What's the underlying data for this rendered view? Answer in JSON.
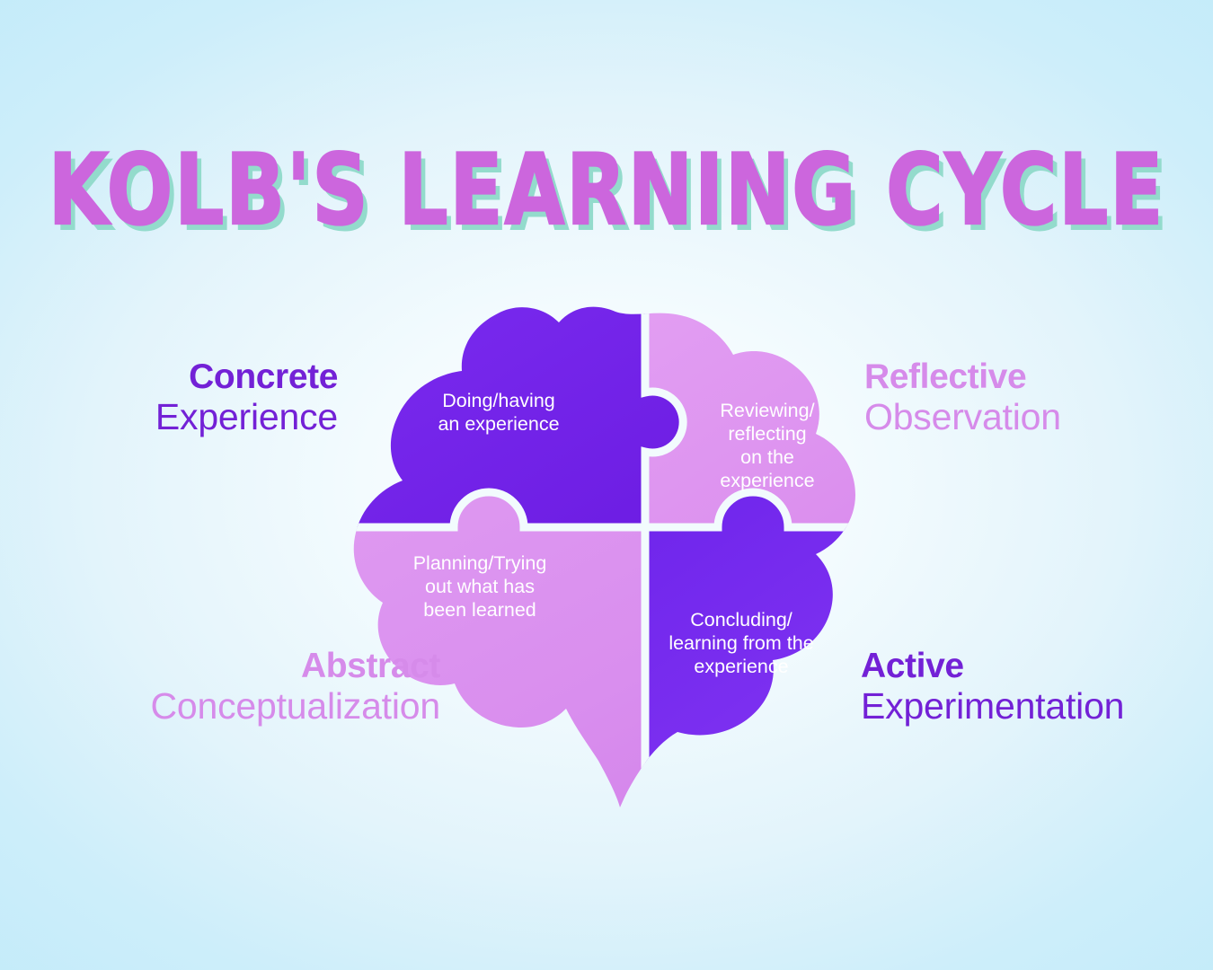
{
  "poster": {
    "title": "KOLB'S LEARNING CYCLE",
    "title_color": "#cc66dd",
    "title_shadow_color": "#93dbcc",
    "background_center": "#fbfdff",
    "background_edge": "#c2ebf9"
  },
  "palette": {
    "deep_purple": "#6a1ae0",
    "deep_purple_dark": "#5512c4",
    "light_orchid": "#dd93ef",
    "light_orchid_deep": "#d079e8",
    "seam_color": "#f2fbfd",
    "label_dark": "#7321d6",
    "label_light": "#d68bea"
  },
  "corner_labels": [
    {
      "id": "concrete-experience",
      "strong": "Concrete",
      "light": "Experience",
      "color": "#7321d6",
      "position": "top-left"
    },
    {
      "id": "reflective-observation",
      "strong": "Reflective",
      "light": "Observation",
      "color": "#d68bea",
      "position": "top-right"
    },
    {
      "id": "abstract-conceptualization",
      "strong": "Abstract",
      "light": "Conceptualization",
      "color": "#d68bea",
      "position": "bottom-left"
    },
    {
      "id": "active-experimentation",
      "strong": "Active",
      "light": "Experimentation",
      "color": "#7321d6",
      "position": "bottom-right"
    }
  ],
  "quadrants": [
    {
      "id": "top-left",
      "stage": "Concrete Experience",
      "fill": "#6a1ae0",
      "text_lines": [
        "Doing/having",
        "an experience"
      ]
    },
    {
      "id": "top-right",
      "stage": "Reflective Observation",
      "fill": "#dd93ef",
      "text_lines": [
        "Reviewing/",
        "reflecting",
        "on the",
        "experience"
      ]
    },
    {
      "id": "bottom-left",
      "stage": "Abstract Conceptualization",
      "fill": "#dd93ef",
      "text_lines": [
        "Planning/Trying",
        "out what has",
        "been learned"
      ]
    },
    {
      "id": "bottom-right",
      "stage": "Active Experimentation",
      "fill": "#6a1ae0",
      "text_lines": [
        "Concluding/",
        "learning from the",
        "experience"
      ]
    }
  ],
  "icons": {
    "brain_puzzle": "brain-puzzle-icon"
  },
  "chart_data": {
    "type": "diagram",
    "title": "KOLB'S LEARNING CYCLE",
    "shape": "brain split into four interlocking puzzle quadrants",
    "stages": [
      {
        "order": 1,
        "name": "Concrete Experience",
        "description": "Doing/having an experience",
        "quadrant": "top-left",
        "color": "#6a1ae0"
      },
      {
        "order": 2,
        "name": "Reflective Observation",
        "description": "Reviewing/reflecting on the experience",
        "quadrant": "top-right",
        "color": "#dd93ef"
      },
      {
        "order": 3,
        "name": "Abstract Conceptualization",
        "description": "Planning/Trying out what has been learned",
        "quadrant": "bottom-left",
        "color": "#dd93ef"
      },
      {
        "order": 4,
        "name": "Active Experimentation",
        "description": "Concluding/learning from the experience",
        "quadrant": "bottom-right",
        "color": "#6a1ae0"
      }
    ]
  }
}
